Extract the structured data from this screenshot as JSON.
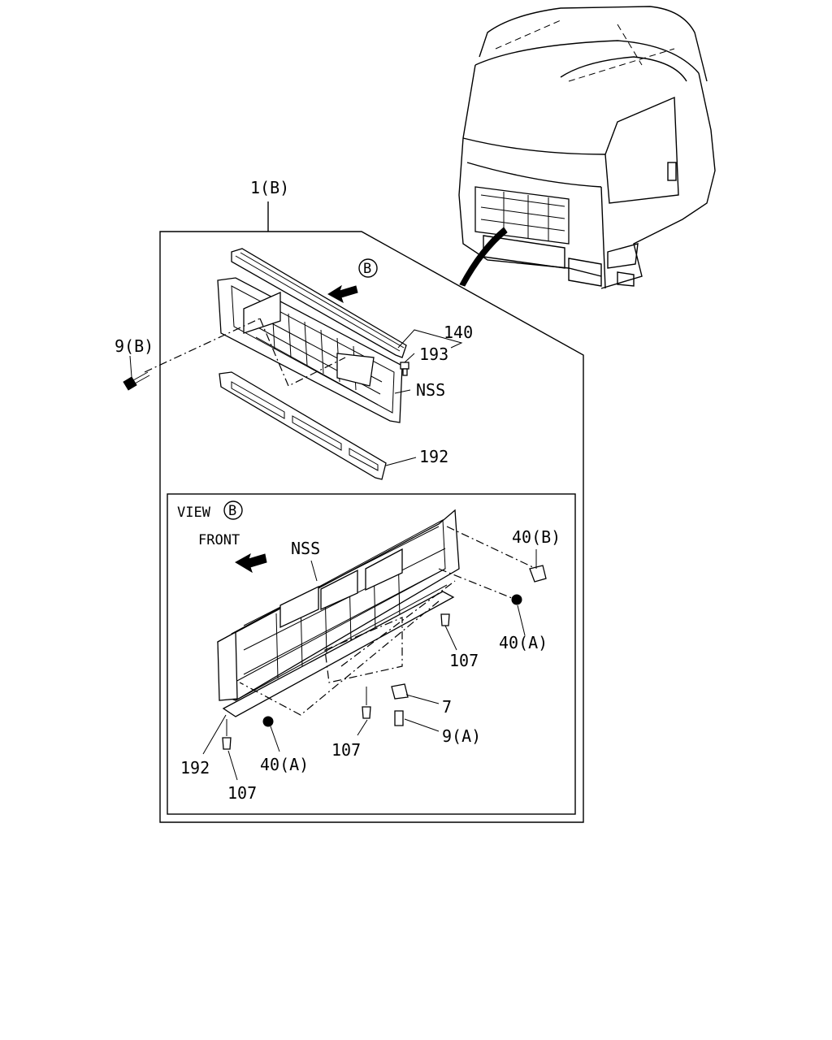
{
  "labels": {
    "assembly": "1(B)",
    "view_marker": "B",
    "part_140": "140",
    "part_193": "193",
    "part_9b": "9(B)",
    "nss_top": "NSS",
    "part_192_top": "192",
    "view_title": "VIEW",
    "view_title_marker": "B",
    "front": "FRONT",
    "nss_view": "NSS",
    "part_40b": "40(B)",
    "part_40a_right": "40(A)",
    "part_107_right": "107",
    "part_7": "7",
    "part_9a": "9(A)",
    "part_107_mid": "107",
    "part_40a_left": "40(A)",
    "part_192_view": "192",
    "part_107_left": "107"
  },
  "icons": {
    "front_arrow": "arrow-left-icon",
    "view_arrow": "arrow-left-icon",
    "screw": "screw-icon",
    "clip": "clip-icon",
    "nut": "nut-icon"
  },
  "colors": {
    "line": "#000000",
    "background": "#ffffff"
  }
}
